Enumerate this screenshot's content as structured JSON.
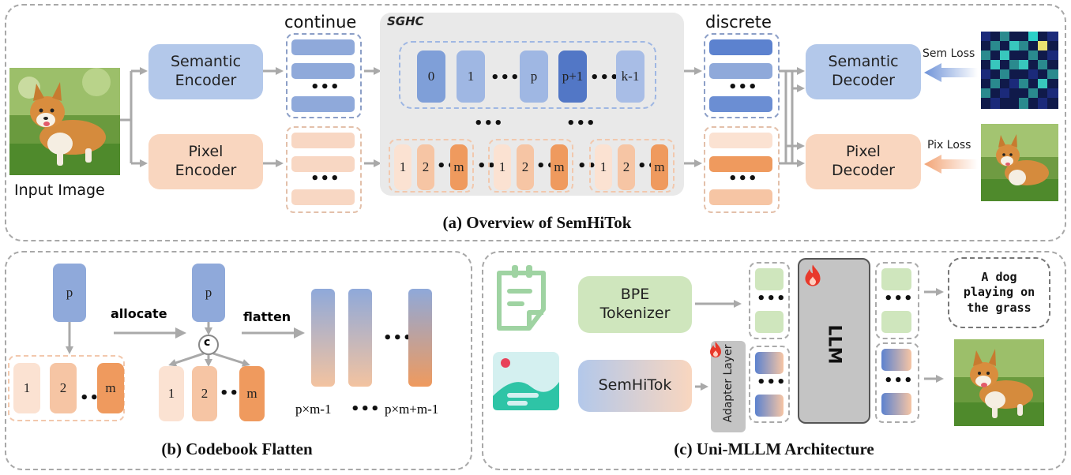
{
  "panel_a": {
    "caption": "(a) Overview of SemHiTok",
    "input_label": "Input Image",
    "semantic_encoder": "Semantic\nEncoder",
    "pixel_encoder": "Pixel\nEncoder",
    "continue_label": "continue",
    "sghc_label": "SGHC",
    "discrete_label": "discrete",
    "semantic_decoder": "Semantic\nDecoder",
    "pixel_decoder": "Pixel\nDecoder",
    "sem_loss": "Sem Loss",
    "pix_loss": "Pix Loss",
    "codebook_top": [
      "0",
      "1",
      "p",
      "p+1",
      "k-1"
    ],
    "codebook_sub": [
      "1",
      "2",
      "m"
    ],
    "ellipsis": "•••"
  },
  "panel_b": {
    "caption": "(b) Codebook Flatten",
    "parent": "p",
    "allocate": "allocate",
    "flatten": "flatten",
    "concat": "c",
    "children": [
      "1",
      "2",
      "m"
    ],
    "index_left": "p×m-1",
    "index_right": "p×m+m-1",
    "ellipsis": "•••"
  },
  "panel_c": {
    "caption": "(c) Uni-MLLM Architecture",
    "bpe": "BPE\nTokenizer",
    "semhitok": "SemHiTok",
    "adapter": "Adapter Layer",
    "llm": "LLM",
    "output_text": "A dog\nplaying on\nthe grass",
    "ellipsis": "•••"
  },
  "colors": {
    "semantic_blue": "#b3c8ea",
    "pixel_peach": "#f9d6bf",
    "highlight_blue": "#5277c6",
    "highlight_orange": "#ef9a5e",
    "text_green": "#cfe6bd",
    "llm_gray": "#c4c4c4",
    "fire": "#e8392b"
  }
}
